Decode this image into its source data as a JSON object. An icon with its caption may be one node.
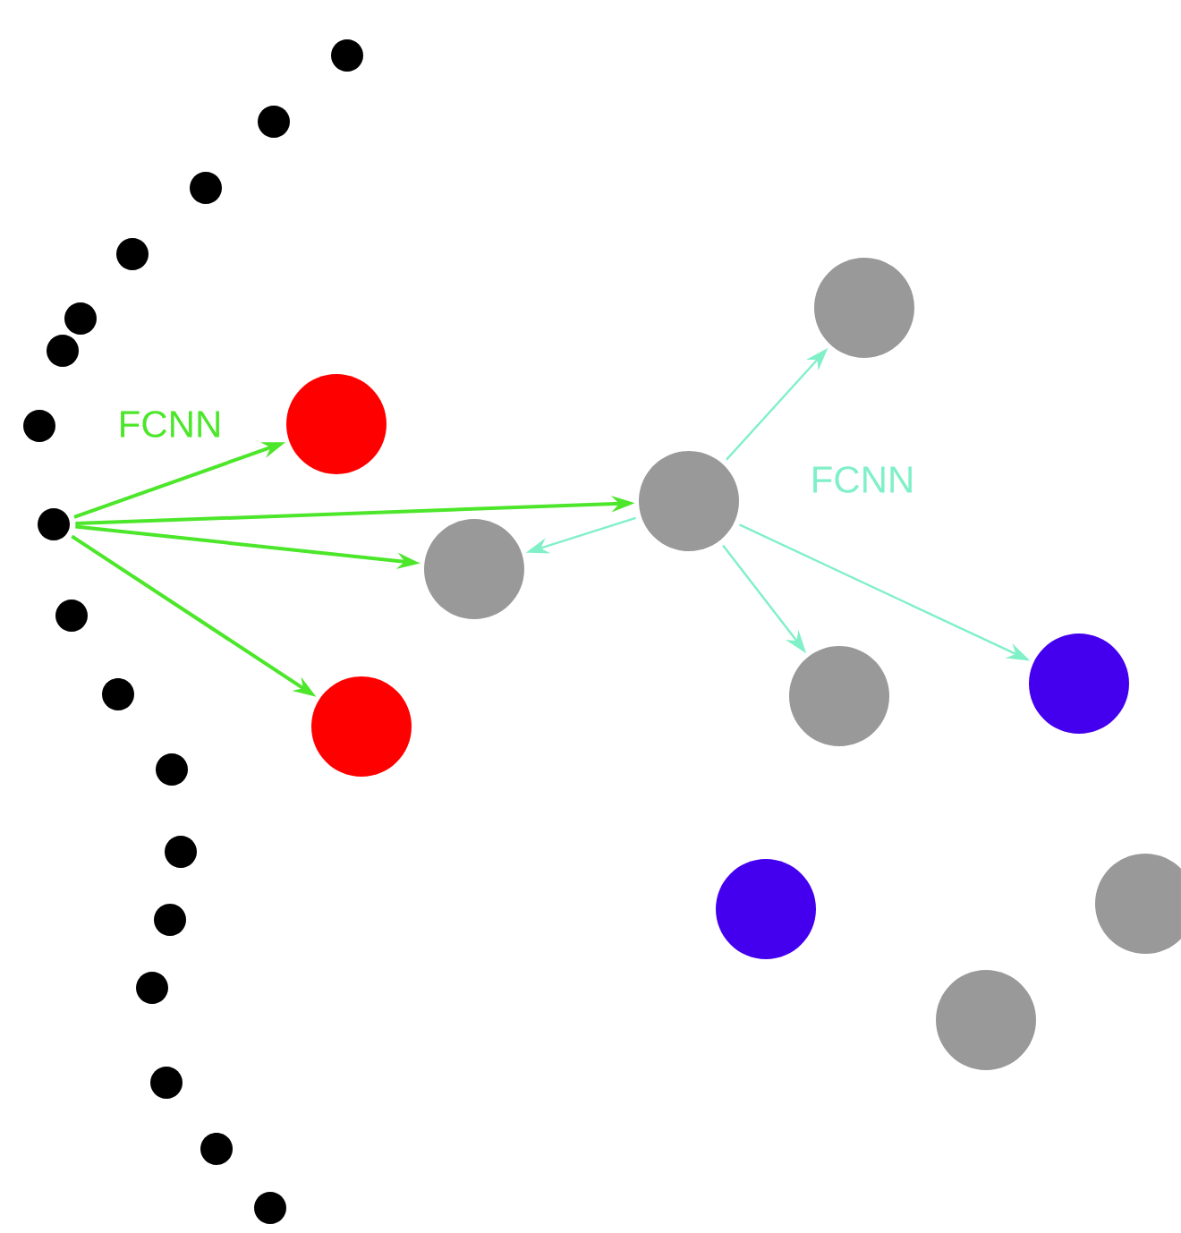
{
  "diagram": {
    "nodes": [
      {
        "text": [],
        "shape": "circle"
      },
      {
        "text": [],
        "shape": "circle"
      },
      {
        "text": [],
        "shape": "circle"
      },
      {
        "text": [],
        "shape": "circle"
      },
      {
        "text": [],
        "shape": "circle"
      },
      {
        "text": [],
        "shape": "circle"
      },
      {
        "text": [],
        "shape": "circle"
      },
      {
        "text": [],
        "shape": "circle"
      },
      {
        "text": [],
        "shape": "circle"
      },
      {
        "text": [],
        "shape": "circle"
      },
      {
        "text": [],
        "shape": "circle"
      },
      {
        "text": [],
        "shape": "circle"
      },
      {
        "text": [],
        "shape": "circle"
      },
      {
        "text": [],
        "shape": "circle"
      },
      {
        "text": [],
        "shape": "circle"
      },
      {
        "text": [],
        "shape": "circle"
      },
      {
        "text": [],
        "shape": "circle"
      },
      {
        "text": [],
        "shape": "circle"
      },
      {
        "text": [],
        "shape": "circle"
      },
      {
        "text": [],
        "shape": "circle"
      },
      {
        "text": [],
        "shape": "circle"
      },
      {
        "text": [],
        "shape": "circle"
      },
      {
        "text": [],
        "shape": "circle"
      },
      {
        "text": [],
        "shape": "circle"
      },
      {
        "text": [],
        "shape": "circle"
      },
      {
        "text": [],
        "shape": "circle"
      },
      {
        "text": [],
        "shape": "circle"
      }
    ],
    "edges": [
      {
        "from": 7,
        "to": 17,
        "arrow": "to",
        "label": "FCNN",
        "color": "#4ce62a"
      },
      {
        "from": 7,
        "to": 19,
        "arrow": "to",
        "color": "#4ce62a"
      },
      {
        "from": 7,
        "to": 18,
        "arrow": "to",
        "color": "#4ce62a"
      },
      {
        "from": 7,
        "to": 21,
        "arrow": "to",
        "color": "#4ce62a"
      },
      {
        "from": 19,
        "to": 20,
        "arrow": "to",
        "color": "#80f0c8"
      },
      {
        "from": 19,
        "to": 18,
        "arrow": "to",
        "color": "#80f0c8"
      },
      {
        "from": 19,
        "to": 22,
        "arrow": "to",
        "color": "#80f0c8"
      },
      {
        "from": 19,
        "to": 23,
        "arrow": "to",
        "label": "FCNN",
        "color": "#80f0c8"
      }
    ]
  }
}
